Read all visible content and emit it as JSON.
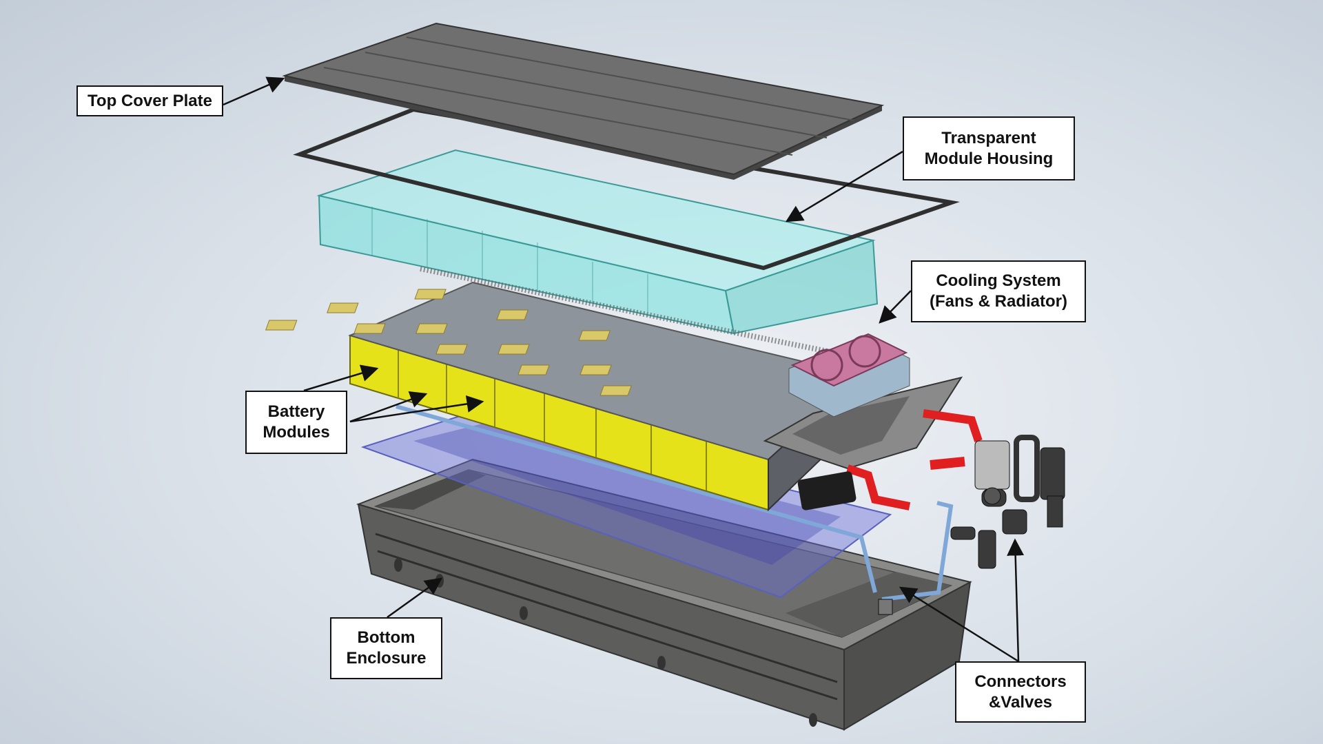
{
  "labels": {
    "top_cover": "Top Cover Plate",
    "housing": [
      "Transparent",
      "Module Housing"
    ],
    "cooling": [
      "Cooling System",
      "(Fans & Radiator)"
    ],
    "battery": [
      "Battery",
      "Modules"
    ],
    "bottom": [
      "Bottom",
      "Enclosure"
    ],
    "connectors": [
      "Connectors",
      "&Valves"
    ]
  },
  "colors": {
    "cover": "#6f6f6f",
    "housing": "#6fe0dc",
    "battery": "#e6e21a",
    "cooling_fan": "#c9789f",
    "pipe": "#e02020",
    "blue_plate": "#6a6fd8",
    "enclosure": "#7a7a78"
  }
}
